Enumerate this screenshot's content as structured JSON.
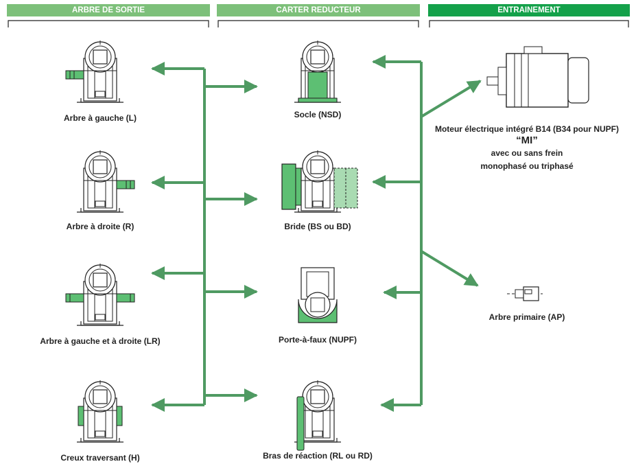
{
  "colors": {
    "header_light": "#7dc07a",
    "header_dark": "#14a14a",
    "arrow": "#4f9a62",
    "part_fill": "#5dbf73",
    "line": "#222222"
  },
  "headers": {
    "output_shaft": "ARBRE DE SORTIE",
    "housing": "CARTER REDUCTEUR",
    "drive": "ENTRAINEMENT"
  },
  "output_shaft": [
    {
      "label": "Arbre à gauche (L)"
    },
    {
      "label": "Arbre à droite (R)"
    },
    {
      "label": "Arbre à gauche et à droite (LR)"
    },
    {
      "label": "Creux traversant (H)"
    }
  ],
  "housing": [
    {
      "label": "Socle (NSD)"
    },
    {
      "label": "Bride (BS ou BD)"
    },
    {
      "label": "Porte-à-faux (NUPF)"
    },
    {
      "label": "Bras de réaction (RL ou RD)"
    }
  ],
  "drive": {
    "motor": {
      "line1": "Moteur électrique intégré B14 (B34 pour NUPF)",
      "code": "“MI”",
      "line2": "avec ou sans frein",
      "line3": "monophasé ou triphasé"
    },
    "input_shaft": {
      "label": "Arbre primaire (AP)"
    }
  }
}
